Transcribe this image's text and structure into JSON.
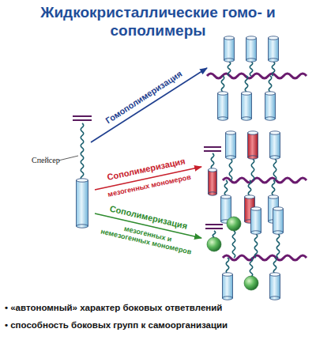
{
  "diagram": {
    "title": "Жидкокристаллические гомо- и сополимеры",
    "labels": [
      "Спейсер",
      "Гомополимеризация",
      "Сополимеризация",
      "мезогенных мономеров",
      "Сополимеризация",
      "мезогенных и немезогенных мономеров",
      "• «автономный» характер боковых ответвлений",
      "• способность боковых групп к самоорганизации"
    ]
  }
}
